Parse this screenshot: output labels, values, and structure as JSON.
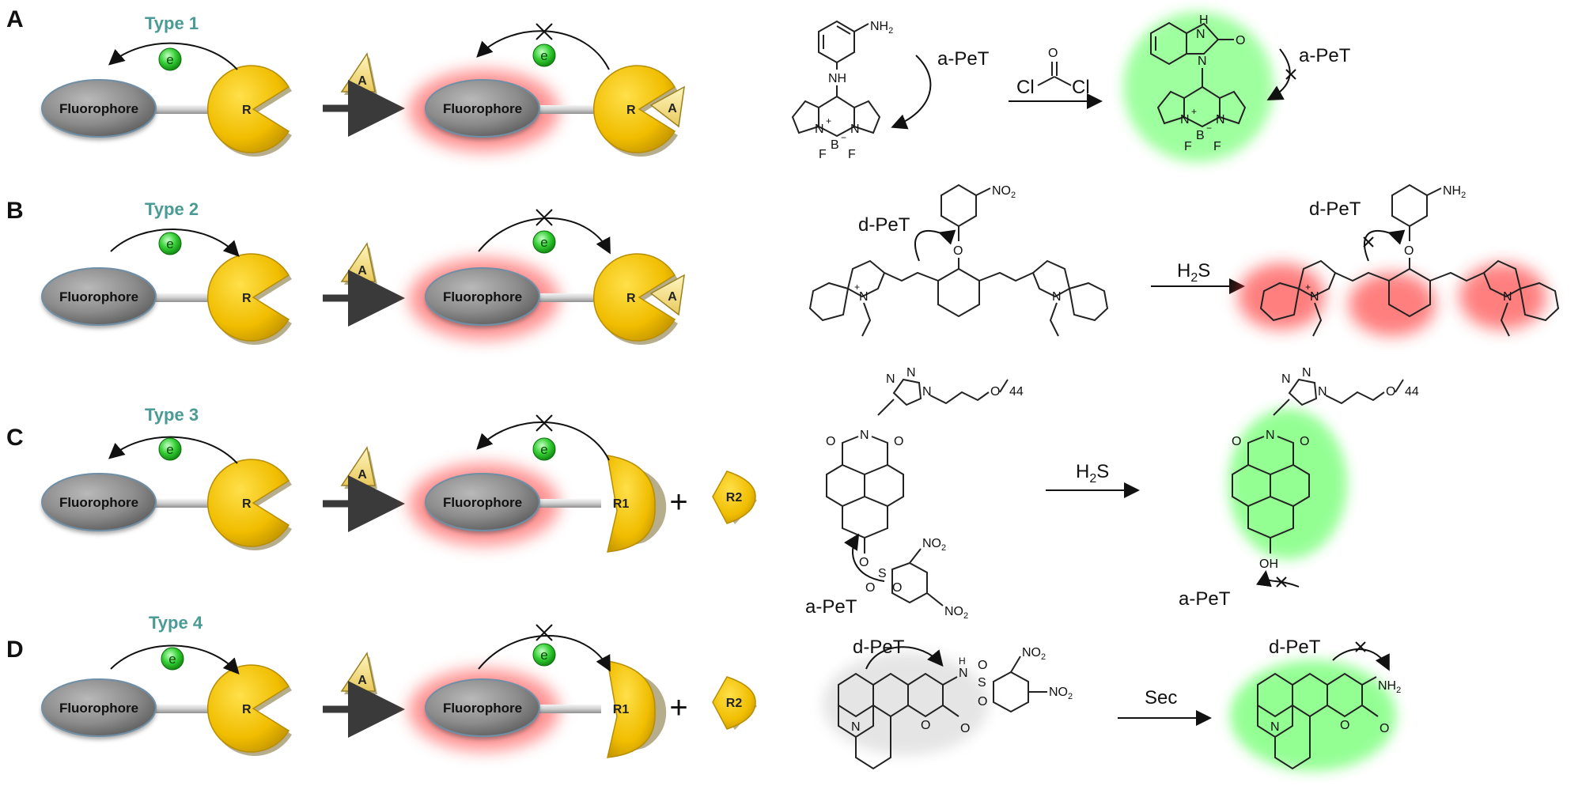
{
  "panels": [
    {
      "letter": "A",
      "type_label": "Type 1",
      "fluorophore": "Fluorophore",
      "receptor": "R",
      "analyte": "A",
      "electron": "e",
      "mech_label": "a-PeT",
      "reagent": "Cl",
      "reagent2": "Cl",
      "reagent_o": "O",
      "sub_amine": "NH",
      "sub_amine_h2": "2",
      "nh": "NH",
      "atoms": {
        "n": "N",
        "b": "B",
        "f": "F",
        "plus": "+",
        "minus": "−",
        "o": "O",
        "h": "H"
      },
      "glow": "green"
    },
    {
      "letter": "B",
      "type_label": "Type 2",
      "fluorophore": "Fluorophore",
      "receptor": "R",
      "analyte": "A",
      "electron": "e",
      "mech_label": "d-PeT",
      "reagent": "H",
      "reagent_sub": "2",
      "reagent_tail": "S",
      "substituent": "NO",
      "substituent_sub": "2",
      "product_sub": "NH",
      "product_sub2": "2",
      "atoms": {
        "n": "N",
        "o": "O",
        "plus": "+"
      },
      "glow": "red"
    },
    {
      "letter": "C",
      "type_label": "Type 3",
      "fluorophore": "Fluorophore",
      "receptor": "R1",
      "fragment": "R2",
      "analyte": "A",
      "electron": "e",
      "plus": "+",
      "mech_label": "a-PeT",
      "reagent": "H",
      "reagent_sub": "2",
      "reagent_tail": "S",
      "peg_count": "44",
      "nitro": "NO",
      "nitro_sub": "2",
      "oh": "OH",
      "atoms": {
        "n": "N",
        "o": "O",
        "s": "S"
      },
      "glow": "green"
    },
    {
      "letter": "D",
      "type_label": "Type 4",
      "fluorophore": "Fluorophore",
      "receptor": "R1",
      "fragment": "R2",
      "analyte": "A",
      "electron": "e",
      "plus": "+",
      "mech_label": "d-PeT",
      "reagent": "Sec",
      "nitro": "NO",
      "nitro_sub": "2",
      "product_sub": "NH",
      "product_sub2": "2",
      "nh": "H",
      "atoms": {
        "n": "N",
        "o": "O",
        "s": "S"
      },
      "glow": "green"
    }
  ],
  "colors": {
    "fluorophore": "#8a8a8a",
    "receptor": "#f2c200",
    "analyte": "#f7e07a",
    "electron": "#3dd63d",
    "type_label": "#4a9a96",
    "glow_red": "#ff3030",
    "glow_green": "#2cff2c"
  }
}
